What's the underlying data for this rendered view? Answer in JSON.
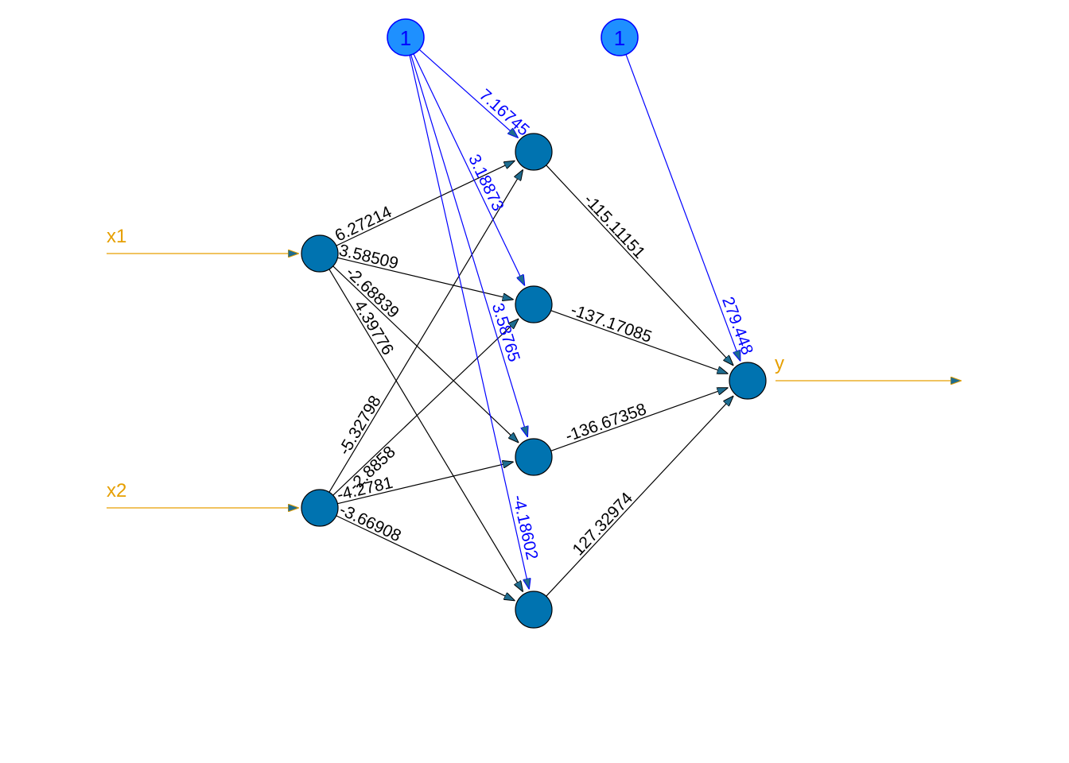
{
  "colors": {
    "neuron": "#0073b0",
    "neuron_stroke": "#000000",
    "weight_edge": "#000000",
    "bias_edge": "#0000ff",
    "io_edge": "#e69f00",
    "bias_fill": "#1e90ff",
    "bias_stroke": "#0000ff"
  },
  "inputs": [
    {
      "name": "x1"
    },
    {
      "name": "x2"
    }
  ],
  "output": {
    "name": "y"
  },
  "bias_nodes": [
    {
      "label": "1"
    },
    {
      "label": "1"
    }
  ],
  "input_to_hidden": [
    {
      "from": 0,
      "to": 0,
      "weight": "6.27214"
    },
    {
      "from": 0,
      "to": 1,
      "weight": "3.58509"
    },
    {
      "from": 0,
      "to": 2,
      "weight": "-2.68839"
    },
    {
      "from": 0,
      "to": 3,
      "weight": "4.39776"
    },
    {
      "from": 1,
      "to": 0,
      "weight": "-5.32798"
    },
    {
      "from": 1,
      "to": 1,
      "weight": "-2.8858"
    },
    {
      "from": 1,
      "to": 2,
      "weight": "-4.2781"
    },
    {
      "from": 1,
      "to": 3,
      "weight": "-3.66908"
    }
  ],
  "bias_to_hidden": [
    {
      "to": 0,
      "weight": "7.16745"
    },
    {
      "to": 1,
      "weight": "3.18873"
    },
    {
      "to": 2,
      "weight": "3.58765"
    },
    {
      "to": 3,
      "weight": "-4.18602"
    }
  ],
  "hidden_to_output": [
    {
      "from": 0,
      "weight": "-115.11151"
    },
    {
      "from": 1,
      "weight": "-137.17085"
    },
    {
      "from": 2,
      "weight": "-136.67358"
    },
    {
      "from": 3,
      "weight": "127.32974"
    }
  ],
  "bias_to_output": {
    "weight": "279.448"
  }
}
